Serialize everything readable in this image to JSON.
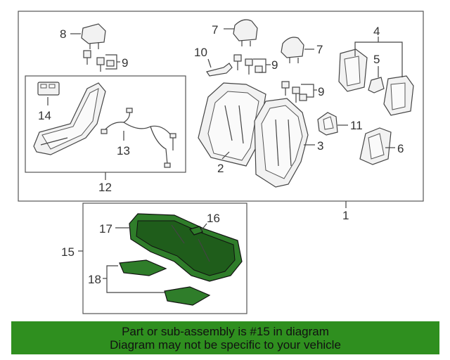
{
  "callouts": {
    "c1": "1",
    "c2": "2",
    "c3": "3",
    "c4": "4",
    "c5": "5",
    "c6": "6",
    "c7": "7",
    "c8": "8",
    "c9a": "9",
    "c9b": "9",
    "c9c": "9",
    "c10": "10",
    "c11": "11",
    "c12": "12",
    "c13": "13",
    "c14": "14",
    "c15": "15",
    "c16": "16",
    "c17": "17",
    "c18": "18"
  },
  "banner": {
    "line1": "Part or sub-assembly is #15 in diagram",
    "line2": "Diagram may not be specific to your vehicle"
  },
  "colors": {
    "highlight": "#2f7d2a",
    "banner": "#2f8f1f"
  }
}
